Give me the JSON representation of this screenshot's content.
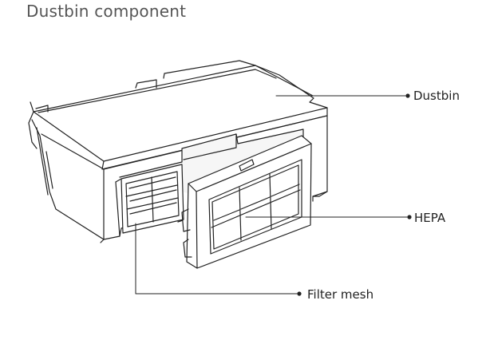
{
  "title": "Dustbin component",
  "labels": {
    "dustbin": "Dustbin",
    "hepa": "HEPA",
    "filter_mesh": "Filter mesh"
  },
  "colors": {
    "line": "#222222",
    "text": "#333333"
  }
}
